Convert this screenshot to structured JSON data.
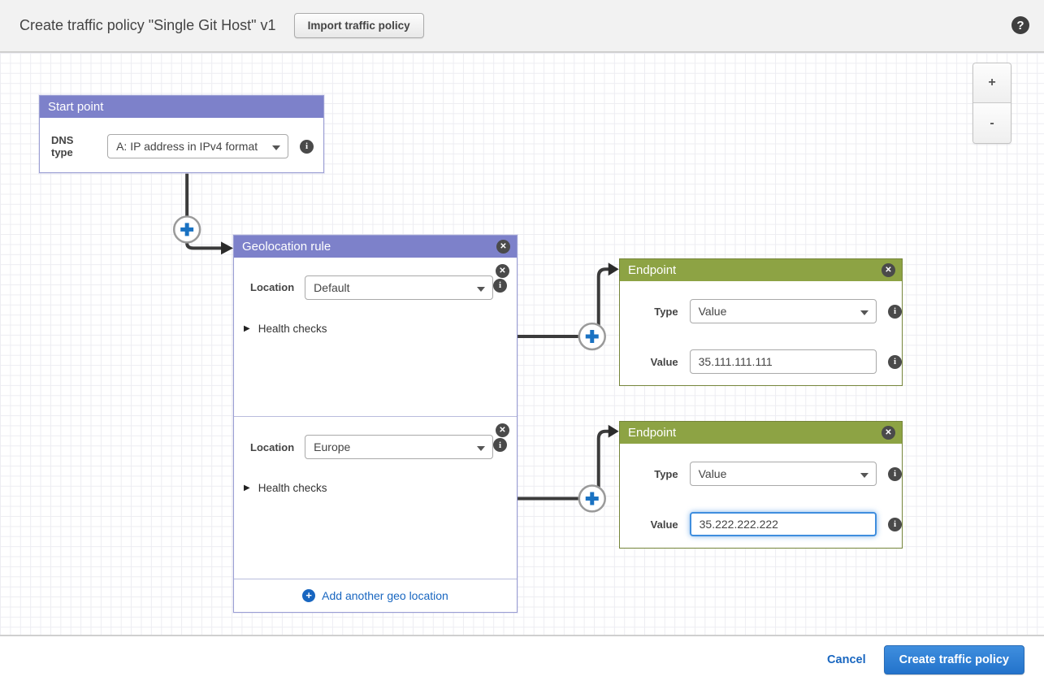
{
  "header": {
    "title": "Create traffic policy \"Single Git Host\" v1",
    "import_button_label": "Import traffic policy",
    "help_icon": "question-mark-icon"
  },
  "zoom_controls": {
    "zoom_in_label": "+",
    "zoom_out_label": "-"
  },
  "start_point": {
    "title": "Start point",
    "dns_type_label": "DNS type",
    "dns_type_value": "A: IP address in IPv4 format"
  },
  "geolocation_rule": {
    "title": "Geolocation rule",
    "sections": [
      {
        "location_label": "Location",
        "location_value": "Default",
        "health_checks_label": "Health checks"
      },
      {
        "location_label": "Location",
        "location_value": "Europe",
        "health_checks_label": "Health checks"
      }
    ],
    "add_link_label": "Add another geo location"
  },
  "endpoints": [
    {
      "title": "Endpoint",
      "type_label": "Type",
      "type_value": "Value",
      "value_label": "Value",
      "value_input": "35.111.111.111"
    },
    {
      "title": "Endpoint",
      "type_label": "Type",
      "type_value": "Value",
      "value_label": "Value",
      "value_input": "35.222.222.222"
    }
  ],
  "footer": {
    "cancel_label": "Cancel",
    "create_label": "Create traffic policy"
  },
  "icons": {
    "close": "✕",
    "info": "i",
    "expander": "▶",
    "add_plus": "+"
  },
  "colors": {
    "rule_header": "#7d81ca",
    "rule_border": "#9a9ed3",
    "endpoint_header": "#8da344",
    "endpoint_border": "#75853a",
    "accent_blue": "#1a72c2",
    "link_blue": "#1866c0",
    "line_color": "#3b3b3b",
    "grid_line": "#ededf2"
  }
}
